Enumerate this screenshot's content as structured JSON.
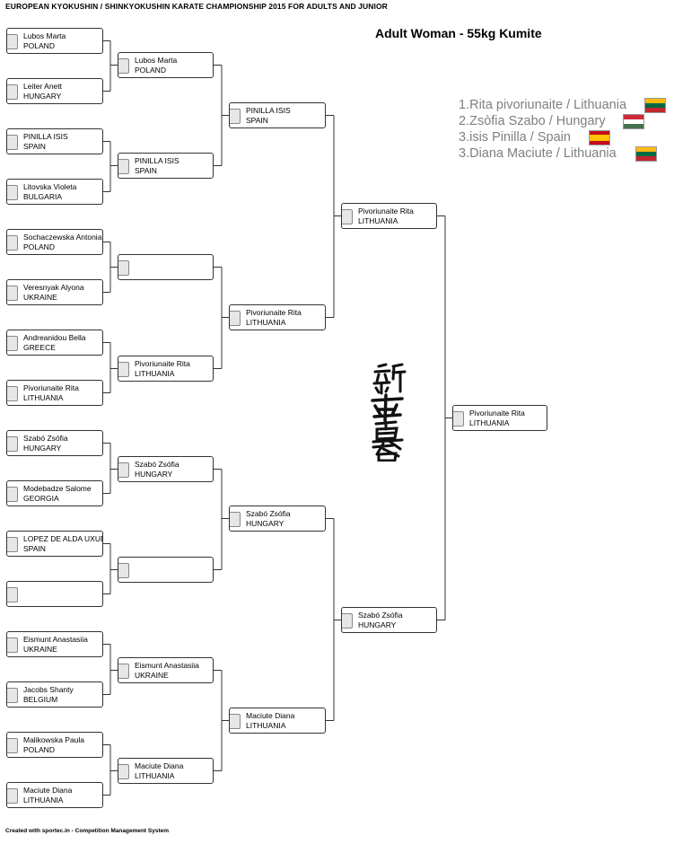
{
  "header": {
    "title": "EUROPEAN KYOKUSHIN / SHINKYOKUSHIN KARATE CHAMPIONSHIP 2015 FOR ADULTS AND JUNIOR",
    "bracket_title": "Adult Woman - 55kg Kumite"
  },
  "footer": {
    "text": "Created with sportec.in - Competition Management System"
  },
  "results": [
    {
      "text": "1.Rita pivoriunaite / Lithuania",
      "flag": "lithuania-flag"
    },
    {
      "text": "2.Zsòfia Szabo / Hungary",
      "flag": "hungary-flag"
    },
    {
      "text": "3.isis Pinilla / Spain",
      "flag": "spain-flag"
    },
    {
      "text": "3.Diana Maciute / Lithuania",
      "flag": "lithuania-flag"
    }
  ],
  "flag_colors": {
    "lithuania": [
      "#fdb913",
      "#006a44",
      "#c1272d"
    ],
    "hungary": [
      "#ce2939",
      "#ffffff",
      "#477050"
    ],
    "spain": [
      "#c60b1e",
      "#ffc400",
      "#c60b1e"
    ]
  },
  "round1": [
    {
      "name": "Lubos Marta",
      "country": "POLAND"
    },
    {
      "name": "Leiter Anett",
      "country": "HUNGARY"
    },
    {
      "name": "PINILLA ISIS",
      "country": "SPAIN"
    },
    {
      "name": "Litovska Violeta",
      "country": "BULGARIA"
    },
    {
      "name": "Sochaczewska Antonia",
      "country": "POLAND"
    },
    {
      "name": "Veresnyak Alyona",
      "country": "UKRAINE"
    },
    {
      "name": "Andreanidou Bella",
      "country": "GREECE"
    },
    {
      "name": "Pivoriunaite Rita",
      "country": "LITHUANIA"
    },
    {
      "name": "Szabó Zsófia",
      "country": "HUNGARY"
    },
    {
      "name": "Modebadze Salome",
      "country": "GEORGIA"
    },
    {
      "name": "LOPEZ DE ALDA UXUE",
      "country": "SPAIN"
    },
    {
      "name": "",
      "country": ""
    },
    {
      "name": "Eismunt  Anastasiia",
      "country": "UKRAINE"
    },
    {
      "name": "Jacobs Shanty",
      "country": "BELGIUM"
    },
    {
      "name": "Malikowska Paula",
      "country": "POLAND"
    },
    {
      "name": "Maciute Diana",
      "country": "LITHUANIA"
    }
  ],
  "round2": [
    {
      "name": "Lubos Marta",
      "country": "POLAND"
    },
    {
      "name": "PINILLA ISIS",
      "country": "SPAIN"
    },
    {
      "name": "",
      "country": ""
    },
    {
      "name": "Pivoriunaite Rita",
      "country": "LITHUANIA"
    },
    {
      "name": "Szabó Zsófia",
      "country": "HUNGARY"
    },
    {
      "name": "",
      "country": ""
    },
    {
      "name": "Eismunt  Anastasiia",
      "country": "UKRAINE"
    },
    {
      "name": "Maciute Diana",
      "country": "LITHUANIA"
    }
  ],
  "round3": [
    {
      "name": "PINILLA ISIS",
      "country": "SPAIN"
    },
    {
      "name": "Pivoriunaite Rita",
      "country": "LITHUANIA"
    },
    {
      "name": "Szabó Zsófia",
      "country": "HUNGARY"
    },
    {
      "name": "Maciute Diana",
      "country": "LITHUANIA"
    }
  ],
  "round4": [
    {
      "name": "Pivoriunaite Rita",
      "country": "LITHUANIA"
    },
    {
      "name": "Szabó Zsófia",
      "country": "HUNGARY"
    }
  ],
  "final": [
    {
      "name": "Pivoriunaite Rita",
      "country": "LITHUANIA"
    }
  ]
}
